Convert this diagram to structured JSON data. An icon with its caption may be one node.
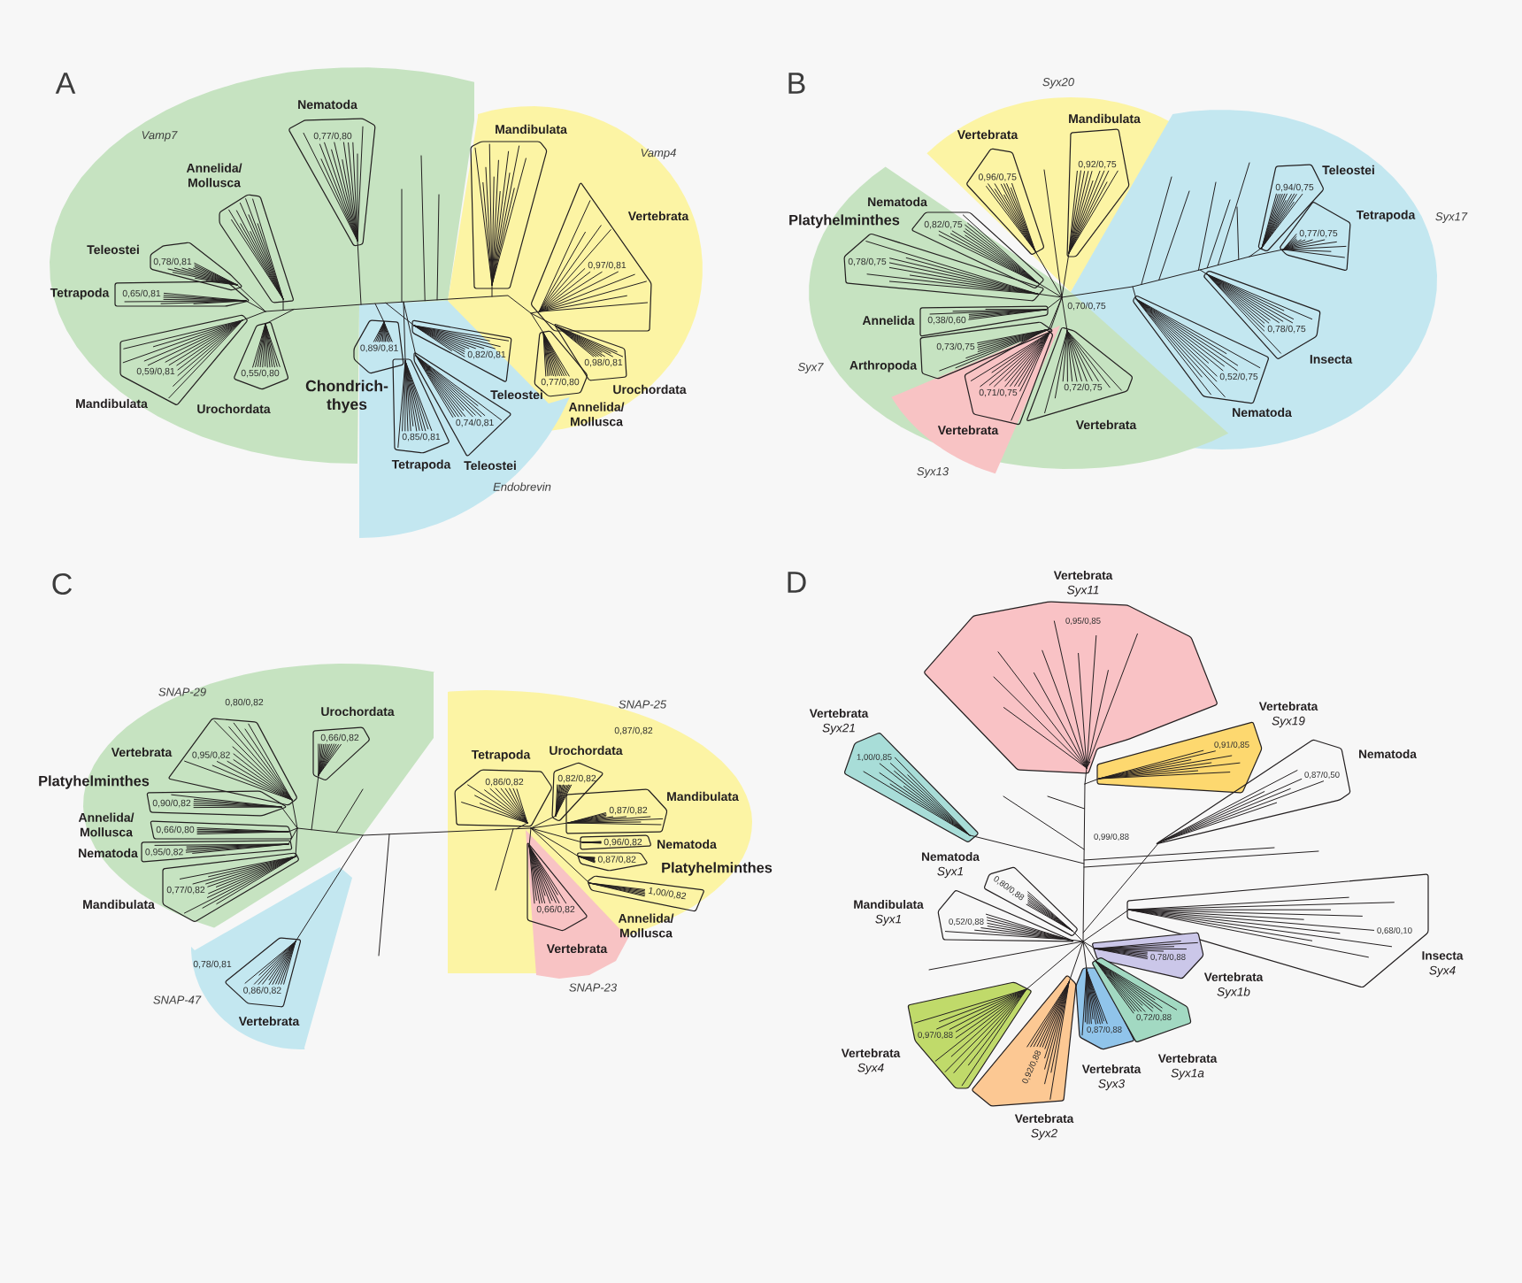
{
  "diagram": {
    "nodes": [
      {
        "text": [
          "Vamp7"
        ]
      },
      {
        "text": [
          "Vamp4"
        ]
      },
      {
        "text": [
          "Endobrevin"
        ]
      },
      {
        "text": [
          "Nematoda",
          "0,77/0,80"
        ],
        "in": 0
      },
      {
        "text": [
          "Annelida/ Mollusca"
        ],
        "in": 0
      },
      {
        "text": [
          "Teleostei",
          "0,78/0,81"
        ],
        "in": 0
      },
      {
        "text": [
          "Tetrapoda",
          "0,65/0,81"
        ],
        "in": 0
      },
      {
        "text": [
          "0,59/0,81",
          "Mandibulata"
        ],
        "in": 0
      },
      {
        "text": [
          "0,55/0,80",
          "Urochordata"
        ],
        "in": 0
      },
      {
        "text": [
          "0,89/0,81",
          "Chondrich- thyes"
        ],
        "in": 0
      },
      {
        "text": [
          "0,82/0,81",
          "Teleostei"
        ],
        "in": 2
      },
      {
        "text": [
          "0,85/0,81",
          "Tetrapoda"
        ],
        "in": 2
      },
      {
        "text": [
          "0,74/0,81",
          "Teleostei"
        ],
        "in": 2
      },
      {
        "text": [
          "Mandibulata"
        ],
        "in": 1
      },
      {
        "text": [
          "Vertebrata",
          "0,97/0,81"
        ],
        "in": 1
      },
      {
        "text": [
          "0,98/0,81",
          "Urochordata"
        ],
        "in": 1
      },
      {
        "text": [
          "0,77/0,80",
          "Annelida/ Mollusca"
        ],
        "in": 1
      },
      {
        "text": [
          "Syx20"
        ]
      },
      {
        "text": [
          "Syx17"
        ]
      },
      {
        "text": [
          "Syx7"
        ]
      },
      {
        "text": [
          "Syx13"
        ],
        "in": 19
      },
      {
        "text": [
          "Vertebrata",
          "0,96/0,75"
        ],
        "in": 17
      },
      {
        "text": [
          "Mandibulata",
          "0,92/0,75"
        ],
        "in": 17
      },
      {
        "text": [
          "Nematoda",
          "0,82/0,75"
        ],
        "in": 19
      },
      {
        "text": [
          "Platyhelminthes",
          "0,78/0,75"
        ],
        "in": 19
      },
      {
        "text": [
          "Annelida",
          "0,38/0,60"
        ],
        "in": 19
      },
      {
        "text": [
          "0,73/0,75",
          "Arthropoda"
        ],
        "in": 19
      },
      {
        "text": [
          "0,71/0,75",
          "Vertebrata"
        ],
        "in": 20
      },
      {
        "text": [
          "0,72/0,75",
          "Vertebrata"
        ],
        "in": 19
      },
      {
        "text": [
          "Teleostei",
          "0,94/0,75"
        ],
        "in": 18
      },
      {
        "text": [
          "Tetrapoda",
          "0,77/0,75"
        ],
        "in": 18
      },
      {
        "text": [
          "0,78/0,75",
          "Insecta"
        ],
        "in": 18
      },
      {
        "text": [
          "0,52/0,75",
          "Nematoda"
        ],
        "in": 18
      },
      {
        "text": [
          "SNAP-29"
        ]
      },
      {
        "text": [
          "SNAP-25"
        ]
      },
      {
        "text": [
          "SNAP-47"
        ]
      },
      {
        "text": [
          "SNAP-23"
        ],
        "in": 34
      },
      {
        "text": [
          "Urochordata",
          "0,66/0,82"
        ],
        "in": 33
      },
      {
        "text": [
          "Vertebrata",
          "0,95/0,82"
        ],
        "in": 33
      },
      {
        "text": [
          "Platyhelminthes",
          "0,90/0,82"
        ],
        "in": 33
      },
      {
        "text": [
          "Annelida/ Mollusca",
          "0,66/0,80"
        ],
        "in": 33
      },
      {
        "text": [
          "Nematoda",
          "0,95/0,82"
        ],
        "in": 33
      },
      {
        "text": [
          "0,77/0,82",
          "Mandibulata"
        ],
        "in": 33
      },
      {
        "text": [
          "Tetrapoda",
          "0,86/0,82"
        ],
        "in": 34
      },
      {
        "text": [
          "Urochordata",
          "0,82/0,82"
        ],
        "in": 34
      },
      {
        "text": [
          "Mandibulata",
          "0,87/0,82"
        ],
        "in": 34
      },
      {
        "text": [
          "0,96/0,82",
          "Nematoda"
        ],
        "in": 34
      },
      {
        "text": [
          "0,87/0,82",
          "Platyhelminthes"
        ],
        "in": 34
      },
      {
        "text": [
          "1,00/0,82",
          "Annelida/ Mollusca"
        ],
        "in": 34
      },
      {
        "text": [
          "0,66/0,82",
          "Vertebrata"
        ],
        "in": 36
      },
      {
        "text": [
          "0,86/0,82",
          "Vertebrata"
        ],
        "in": 35
      },
      {
        "text": [
          "Vertebrata",
          "Syx11",
          "0,95/0,85"
        ]
      },
      {
        "text": [
          "Vertebrata",
          "Syx19",
          "0,91/0,85"
        ]
      },
      {
        "text": [
          "Vertebrata",
          "Syx21",
          "1,00/0,85"
        ]
      },
      {
        "text": [
          "Nematoda",
          "0,87/0,50"
        ]
      },
      {
        "text": [
          "Nematoda",
          "Syx1",
          "0,80/0,88"
        ]
      },
      {
        "text": [
          "Mandibulata",
          "Syx1",
          "0,52/0,88"
        ]
      },
      {
        "text": [
          "0,68/0,10",
          "Insecta",
          "Syx4"
        ]
      },
      {
        "text": [
          "0,78/0,88",
          "Vertebrata",
          "Syx1b"
        ]
      },
      {
        "text": [
          "0,97/0,88",
          "Vertebrata",
          "Syx4"
        ]
      },
      {
        "text": [
          "0,87/0,88",
          "Vertebrata",
          "Syx3"
        ]
      },
      {
        "text": [
          "0,72/0,88",
          "Vertebrata",
          "Syx1a"
        ]
      },
      {
        "text": [
          "0,92/0,88",
          "Vertebrata",
          "Syx2"
        ]
      },
      {
        "text": [],
        "shape": "bar"
      },
      {
        "text": [],
        "shape": "bar",
        "in": 18
      },
      {
        "text": [],
        "shape": "bar"
      },
      {
        "text": [],
        "shape": "bar",
        "beside": [
          "0,99/0,88"
        ]
      }
    ],
    "edges": [
      {
        "from": 63,
        "to": 3,
        "arrow": "none"
      },
      {
        "from": 63,
        "to": 4,
        "arrow": "none"
      },
      {
        "from": 63,
        "to": 5,
        "arrow": "none"
      },
      {
        "from": 63,
        "to": 6,
        "arrow": "none"
      },
      {
        "from": 63,
        "to": 7,
        "arrow": "none"
      },
      {
        "from": 63,
        "to": 8,
        "arrow": "none"
      },
      {
        "from": 63,
        "to": 9,
        "arrow": "none"
      },
      {
        "from": 63,
        "to": 10,
        "arrow": "none"
      },
      {
        "from": 63,
        "to": 11,
        "arrow": "none"
      },
      {
        "from": 63,
        "to": 12,
        "arrow": "none"
      },
      {
        "from": 63,
        "to": 13,
        "arrow": "none"
      },
      {
        "from": 63,
        "to": 14,
        "arrow": "none"
      },
      {
        "from": 63,
        "to": 15,
        "arrow": "none"
      },
      {
        "from": 63,
        "to": 16,
        "arrow": "none"
      },
      {
        "from": 63,
        "to": null,
        "arrow": "none"
      },
      {
        "from": 63,
        "to": null,
        "arrow": "none"
      },
      {
        "from": 63,
        "to": null,
        "arrow": "none"
      },
      {
        "from": 64,
        "to": 21,
        "arrow": "none"
      },
      {
        "from": 64,
        "to": 22,
        "arrow": "none"
      },
      {
        "from": 64,
        "to": 23,
        "arrow": "none"
      },
      {
        "from": 64,
        "to": 24,
        "arrow": "none"
      },
      {
        "from": 64,
        "to": 25,
        "arrow": "none"
      },
      {
        "from": 64,
        "to": 26,
        "arrow": "none"
      },
      {
        "from": 64,
        "to": 27,
        "arrow": "none"
      },
      {
        "from": 64,
        "to": 28,
        "arrow": "none"
      },
      {
        "from": 64,
        "to": 29,
        "arrow": "none"
      },
      {
        "from": 64,
        "to": 30,
        "arrow": "none"
      },
      {
        "from": 64,
        "to": 31,
        "arrow": "none"
      },
      {
        "from": 64,
        "to": 32,
        "arrow": "none"
      },
      {
        "from": 64,
        "to": null,
        "arrow": "none"
      },
      {
        "from": 64,
        "to": null,
        "arrow": "none"
      },
      {
        "from": 64,
        "to": null,
        "arrow": "none"
      },
      {
        "from": 64,
        "to": null,
        "arrow": "none"
      },
      {
        "from": 64,
        "to": null,
        "arrow": "none"
      },
      {
        "from": 64,
        "to": null,
        "arrow": "none"
      },
      {
        "from": 64,
        "to": null,
        "arrow": "none"
      },
      {
        "from": 65,
        "to": 37,
        "arrow": "none"
      },
      {
        "from": 65,
        "to": 38,
        "arrow": "none"
      },
      {
        "from": 65,
        "to": 39,
        "arrow": "none"
      },
      {
        "from": 65,
        "to": 40,
        "arrow": "none"
      },
      {
        "from": 65,
        "to": 41,
        "arrow": "none"
      },
      {
        "from": 65,
        "to": 42,
        "arrow": "none"
      },
      {
        "from": 65,
        "to": 43,
        "arrow": "none"
      },
      {
        "from": 65,
        "to": 44,
        "arrow": "none"
      },
      {
        "from": 65,
        "to": 45,
        "arrow": "none"
      },
      {
        "from": 65,
        "to": 46,
        "arrow": "none"
      },
      {
        "from": 65,
        "to": 47,
        "arrow": "none"
      },
      {
        "from": 65,
        "to": 48,
        "arrow": "none"
      },
      {
        "from": 65,
        "to": 49,
        "arrow": "none"
      },
      {
        "from": 65,
        "to": 50,
        "arrow": "none"
      },
      {
        "from": 65,
        "to": null,
        "arrow": "none"
      },
      {
        "from": 65,
        "to": null,
        "arrow": "none"
      },
      {
        "from": 65,
        "to": null,
        "arrow": "none"
      },
      {
        "from": 66,
        "to": 51,
        "arrow": "none"
      },
      {
        "from": 66,
        "to": 52,
        "arrow": "none"
      },
      {
        "from": 66,
        "to": 53,
        "arrow": "none"
      },
      {
        "from": 66,
        "to": 54,
        "arrow": "none"
      },
      {
        "from": 66,
        "to": 55,
        "arrow": "none"
      },
      {
        "from": 66,
        "to": 56,
        "arrow": "none"
      },
      {
        "from": 66,
        "to": 57,
        "arrow": "none"
      },
      {
        "from": 66,
        "to": 58,
        "arrow": "none"
      },
      {
        "from": 66,
        "to": 59,
        "arrow": "none"
      },
      {
        "from": 66,
        "to": 60,
        "arrow": "none"
      },
      {
        "from": 66,
        "to": 61,
        "arrow": "none"
      },
      {
        "from": 66,
        "to": 62,
        "arrow": "none"
      },
      {
        "from": 66,
        "to": null,
        "arrow": "none"
      },
      {
        "from": 66,
        "to": null,
        "arrow": "none"
      },
      {
        "from": 66,
        "to": null,
        "arrow": "none"
      },
      {
        "from": 66,
        "to": null,
        "arrow": "none"
      },
      {
        "from": 66,
        "to": null,
        "arrow": "none"
      }
    ],
    "labels": [
      "A",
      "B",
      "0,70/0,75",
      "C",
      "0,80/0,82",
      "0,87/0,82",
      "0,78/0,81",
      "D"
    ]
  }
}
